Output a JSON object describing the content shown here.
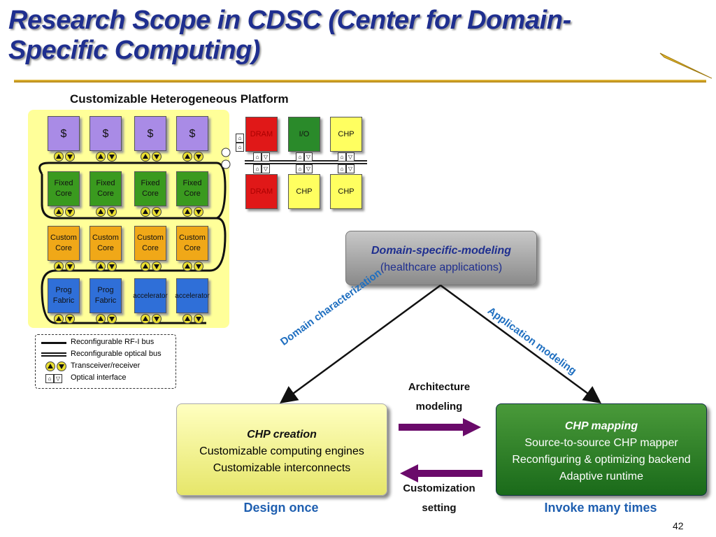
{
  "title": "Research Scope in CDSC (Center for Domain-Specific Computing)",
  "platform_title": "Customizable Heterogeneous Platform",
  "cache_label": "$",
  "fixed_core": "Fixed Core",
  "custom_core": "Custom Core",
  "prog_fabric": "Prog Fabric",
  "accelerator": "accelerator",
  "right_chips": {
    "dram": "DRAM",
    "io": "I/O",
    "chp": "CHP"
  },
  "legend": {
    "rf_bus": "Reconfigurable RF-I bus",
    "optical_bus": "Reconfigurable optical bus",
    "transceiver": "Transceiver/receiver",
    "optical_interface": "Optical interface"
  },
  "domain_box": {
    "title": "Domain-specific-modeling",
    "subtitle": "(healthcare applications)"
  },
  "chp_creation": {
    "title": "CHP creation",
    "line1": "Customizable computing engines",
    "line2": "Customizable interconnects"
  },
  "chp_mapping": {
    "title": "CHP mapping",
    "line1": "Source-to-source CHP mapper",
    "line2": "Reconfiguring & optimizing backend",
    "line3": "Adaptive runtime"
  },
  "domain_char": "Domain characterization",
  "app_modeling": "Application modeling",
  "arch_modeling_1": "Architecture",
  "arch_modeling_2": "modeling",
  "cust_setting_1": "Customization",
  "cust_setting_2": "setting",
  "design_once": "Design once",
  "invoke_many": "Invoke many times",
  "page_number": "42",
  "colors": {
    "title": "#1f2f8f",
    "cache": "#a98be6",
    "fixed": "#3a9a1f",
    "custom": "#f0a818",
    "fabric": "#2f6fd8",
    "dram": "#e01818",
    "io": "#2a8a2a",
    "chp": "#ffff60",
    "platform_bg": "#ffff99",
    "arrow": "#6a0a6a"
  }
}
